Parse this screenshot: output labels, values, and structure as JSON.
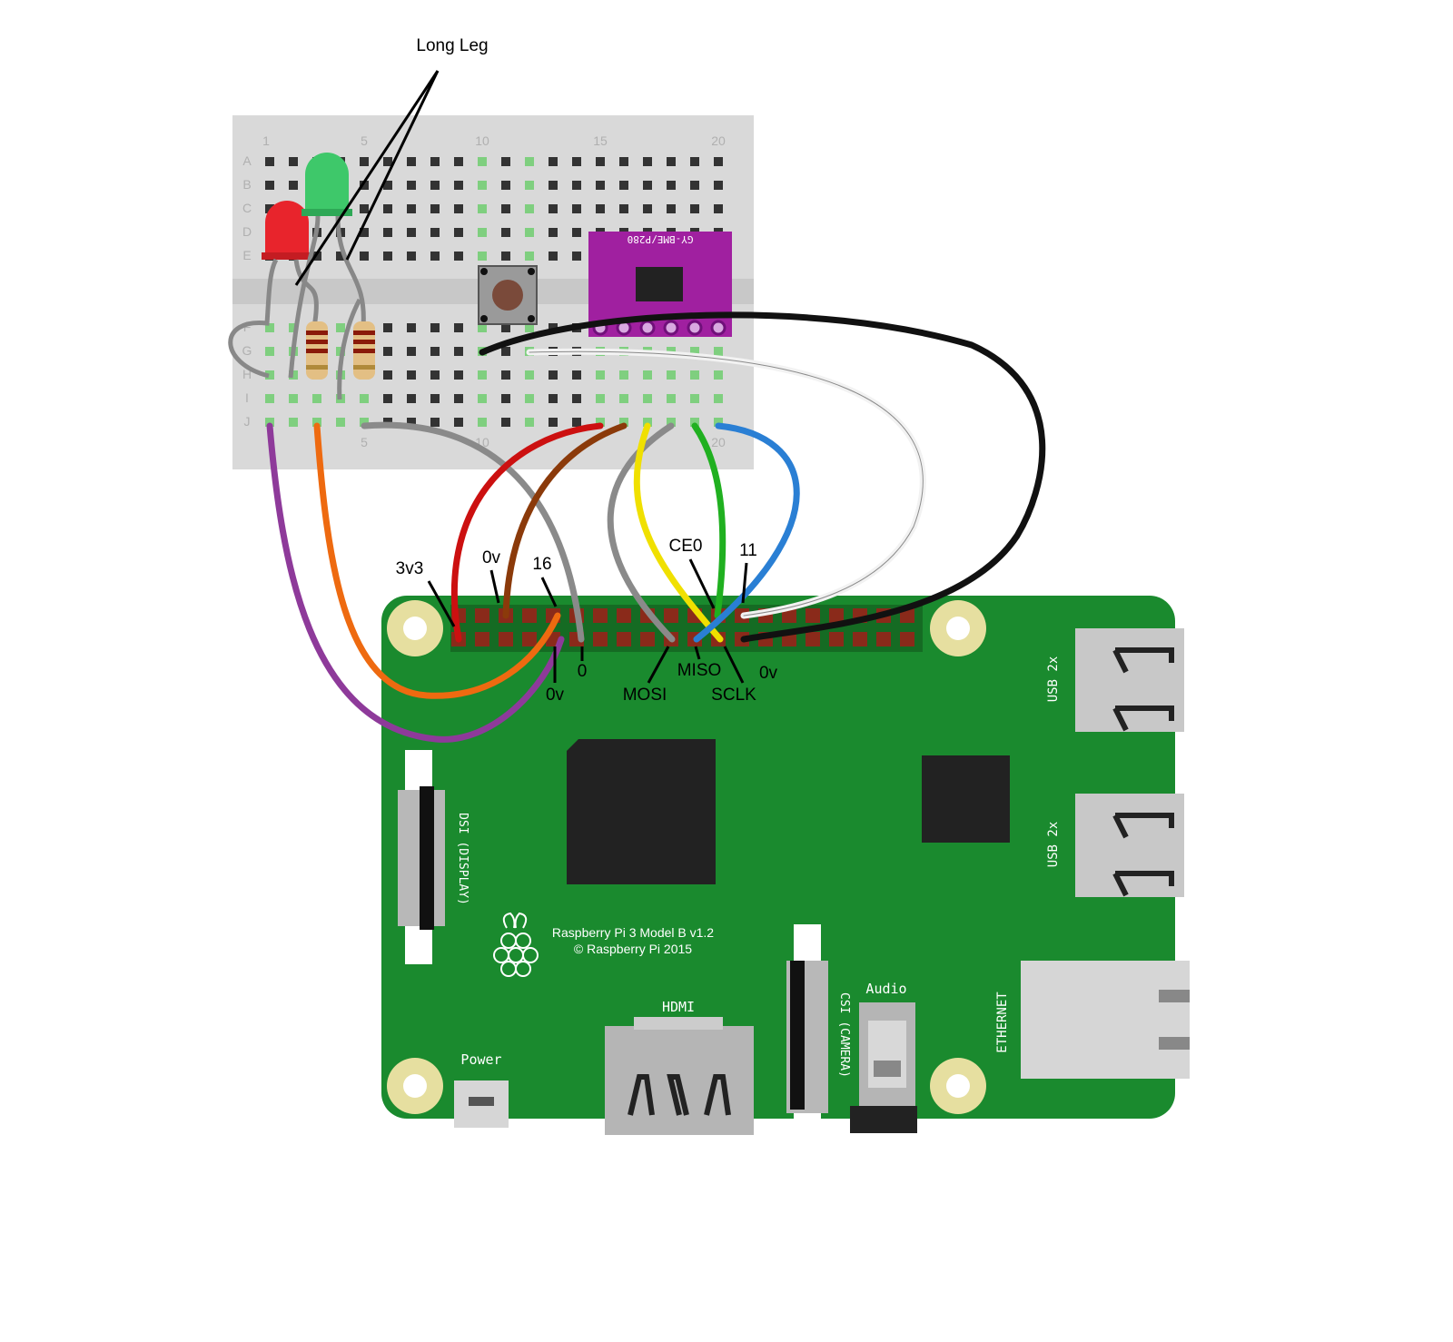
{
  "annotation": {
    "long_leg": "Long Leg"
  },
  "breadboard": {
    "columns_top": [
      "1",
      "5",
      "10",
      "15",
      "20"
    ],
    "columns_bottom": [
      "5",
      "10",
      "20"
    ],
    "rows": [
      "A",
      "B",
      "C",
      "D",
      "E",
      "F",
      "G",
      "H",
      "I",
      "J"
    ]
  },
  "sensor": {
    "label": "GY-BME/P280"
  },
  "pin_labels": {
    "v33": "3v3",
    "gnd_top": "0v",
    "gpio16": "16",
    "gpio0": "0",
    "gnd_left": "0v",
    "ce0": "CE0",
    "gpio11": "11",
    "mosi": "MOSI",
    "miso": "MISO",
    "sclk": "SCLK",
    "gnd_right": "0v"
  },
  "pi": {
    "model": "Raspberry Pi 3 Model B v1.2",
    "copyright": "© Raspberry Pi 2015",
    "dsi": "DSI (DISPLAY)",
    "csi": "CSI (CAMERA)",
    "audio": "Audio",
    "hdmi": "HDMI",
    "power": "Power",
    "usb1": "USB 2x",
    "usb2": "USB 2x",
    "ethernet": "ETHERNET"
  },
  "colors": {
    "pcb": "#1a8a2e",
    "breadboard": "#d9d9d9",
    "sensor": "#a020a0",
    "led_red": "#e8242c",
    "led_green": "#3ec86a",
    "wire_red": "#cc1010",
    "wire_brown": "#8b3a0a",
    "wire_yellow": "#f0e000",
    "wire_green": "#20b020",
    "wire_blue": "#2a7fd4",
    "wire_white": "#f2f2f2",
    "wire_black": "#111111",
    "wire_gray": "#8a8a8a",
    "wire_purple": "#8e3a9a",
    "wire_orange": "#ee6a10"
  }
}
